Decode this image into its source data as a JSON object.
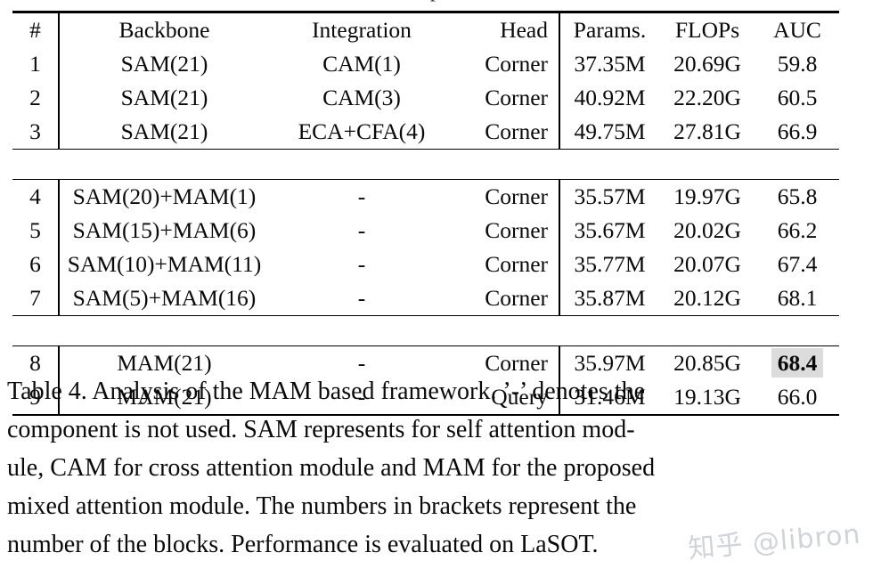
{
  "page": {
    "cropped_text_above": "p",
    "watermark": "知乎 @libron"
  },
  "table": {
    "columns": [
      {
        "key": "num",
        "label": "#"
      },
      {
        "key": "bb",
        "label": "Backbone"
      },
      {
        "key": "int",
        "label": "Integration"
      },
      {
        "key": "head",
        "label": "Head"
      },
      {
        "key": "par",
        "label": "Params."
      },
      {
        "key": "flop",
        "label": "FLOPs"
      },
      {
        "key": "auc",
        "label": "AUC"
      }
    ],
    "groups": [
      {
        "rows": [
          {
            "num": "1",
            "bb": "SAM(21)",
            "int": "CAM(1)",
            "head": "Corner",
            "par": "37.35M",
            "flop": "20.69G",
            "auc": "59.8",
            "best": false
          },
          {
            "num": "2",
            "bb": "SAM(21)",
            "int": "CAM(3)",
            "head": "Corner",
            "par": "40.92M",
            "flop": "22.20G",
            "auc": "60.5",
            "best": false
          },
          {
            "num": "3",
            "bb": "SAM(21)",
            "int": "ECA+CFA(4)",
            "head": "Corner",
            "par": "49.75M",
            "flop": "27.81G",
            "auc": "66.9",
            "best": false
          }
        ]
      },
      {
        "rows": [
          {
            "num": "4",
            "bb": "SAM(20)+MAM(1)",
            "int": "-",
            "head": "Corner",
            "par": "35.57M",
            "flop": "19.97G",
            "auc": "65.8",
            "best": false
          },
          {
            "num": "5",
            "bb": "SAM(15)+MAM(6)",
            "int": "-",
            "head": "Corner",
            "par": "35.67M",
            "flop": "20.02G",
            "auc": "66.2",
            "best": false
          },
          {
            "num": "6",
            "bb": "SAM(10)+MAM(11)",
            "int": "-",
            "head": "Corner",
            "par": "35.77M",
            "flop": "20.07G",
            "auc": "67.4",
            "best": false
          },
          {
            "num": "7",
            "bb": "SAM(5)+MAM(16)",
            "int": "-",
            "head": "Corner",
            "par": "35.87M",
            "flop": "20.12G",
            "auc": "68.1",
            "best": false
          }
        ]
      },
      {
        "rows": [
          {
            "num": "8",
            "bb": "MAM(21)",
            "int": "-",
            "head": "Corner",
            "par": "35.97M",
            "flop": "20.85G",
            "auc": "68.4",
            "best": true
          },
          {
            "num": "9",
            "bb": "MAM(21)",
            "int": "-",
            "head": "Query",
            "par": "31.46M",
            "flop": "19.13G",
            "auc": "66.0",
            "best": false
          }
        ]
      }
    ]
  },
  "caption": {
    "lines": [
      "Table 4.  Analysis of the MAM based framework. ’-’ denotes the",
      "component is not used.   SAM represents for self attention mod-",
      "ule, CAM for cross attention module and MAM for the proposed",
      "mixed attention module.   The numbers in brackets represent the",
      "number of the blocks. Performance is evaluated on LaSOT."
    ],
    "full_text": "Table 4. Analysis of the MAM based framework. '-' denotes the component is not used. SAM represents for self attention module, CAM for cross attention module and MAM for the proposed mixed attention module. The numbers in brackets represent the number of the blocks. Performance is evaluated on LaSOT."
  },
  "colors": {
    "highlight": "#dcdcdc",
    "rule": "#000000",
    "text": "#0a0a0a",
    "watermark": "#969ea8"
  }
}
